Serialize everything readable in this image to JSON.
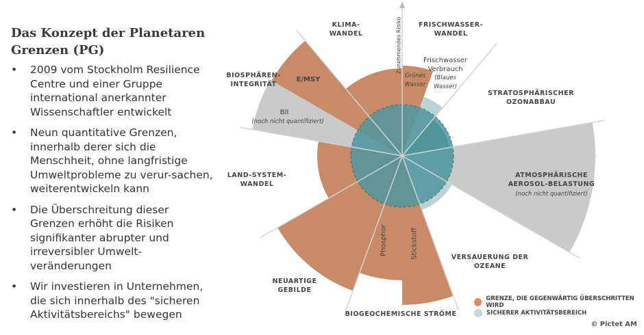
{
  "title": "Das Konzept der Planetaren Grenzen (PG)",
  "bullets": [
    "2009 vom Stockholm Resilience Centre und einer Gruppe international anerkannter Wissenschaftler entwickelt",
    "Neun quantitative Grenzen, innerhalb derer sich die Menschheit, ohne langfristige Umweltprobleme zu verur-sachen, weiterentwickeln kann",
    "Die Überschreitung dieser Grenzen erhöht die Risiken signifikanter abrupter und irreversibler Umwelt-veränderungen",
    "Wir investieren in Unternehmen, die sich innerhalb des \"sicheren Aktivitätsbereichs\" bewegen"
  ],
  "diagram": {
    "axis_label": "Zunehmendes Risiko",
    "labels": {
      "klima": "KLIMA-\nWANDEL",
      "frischwasser": "FRISCHWASSER-\nWANDEL",
      "ozon": "STRATOSPHÄRISCHER\nOZONABBAU",
      "aerosol": "ATMOSPHÄRISCHE\nAEROSOL-BELASTUNG",
      "aerosol_note": "(noch nicht quantifiziert)",
      "ozean": "VERSAUERUNG DER\nOZEANE",
      "bio": "BIOGEOCHEMISCHE STRÖME",
      "neu": "NEUARTIGE\nGEBILDE",
      "land": "LAND-SYSTEM-\nWANDEL",
      "biosphaere": "BIOSPHÄREN-\nINTEGRITÄT"
    },
    "sublabels": {
      "emsy": "E/MSY",
      "bii": "BII",
      "bii_note": "(noch nicht quantifiziert)",
      "gruen": "Grünes\nWasser",
      "verbrauch": "Frischwasser\nVerbrauch",
      "blau": "(Blaues\nWasser)",
      "phosphor": "Phosphor",
      "stickstoff": "Stickstoff"
    },
    "colors": {
      "exceeded": "#c98a68",
      "safe": "#4f959c",
      "unquantified": "#c9cacc",
      "light": "#bcd3d6"
    }
  },
  "legend": {
    "exceeded": "GRENZE, DIE GEGENWÄRTIG ÜBERSCHRITTEN WIRD",
    "safe": "SICHERER AKTIVITÄTSBEREICH"
  },
  "copyright": "© Pictet AM"
}
